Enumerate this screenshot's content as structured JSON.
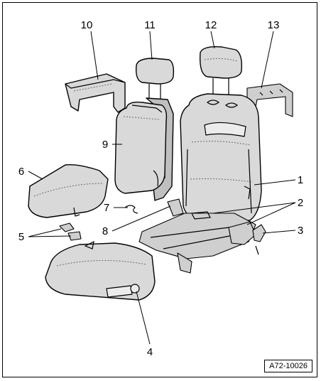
{
  "callouts": {
    "c1": "1",
    "c2": "2",
    "c3": "3",
    "c4": "4",
    "c5": "5",
    "c6": "6",
    "c7": "7",
    "c8": "8",
    "c9": "9",
    "c10": "10",
    "c11": "11",
    "c12": "12",
    "c13": "13"
  },
  "reference_code": "A72-10026"
}
